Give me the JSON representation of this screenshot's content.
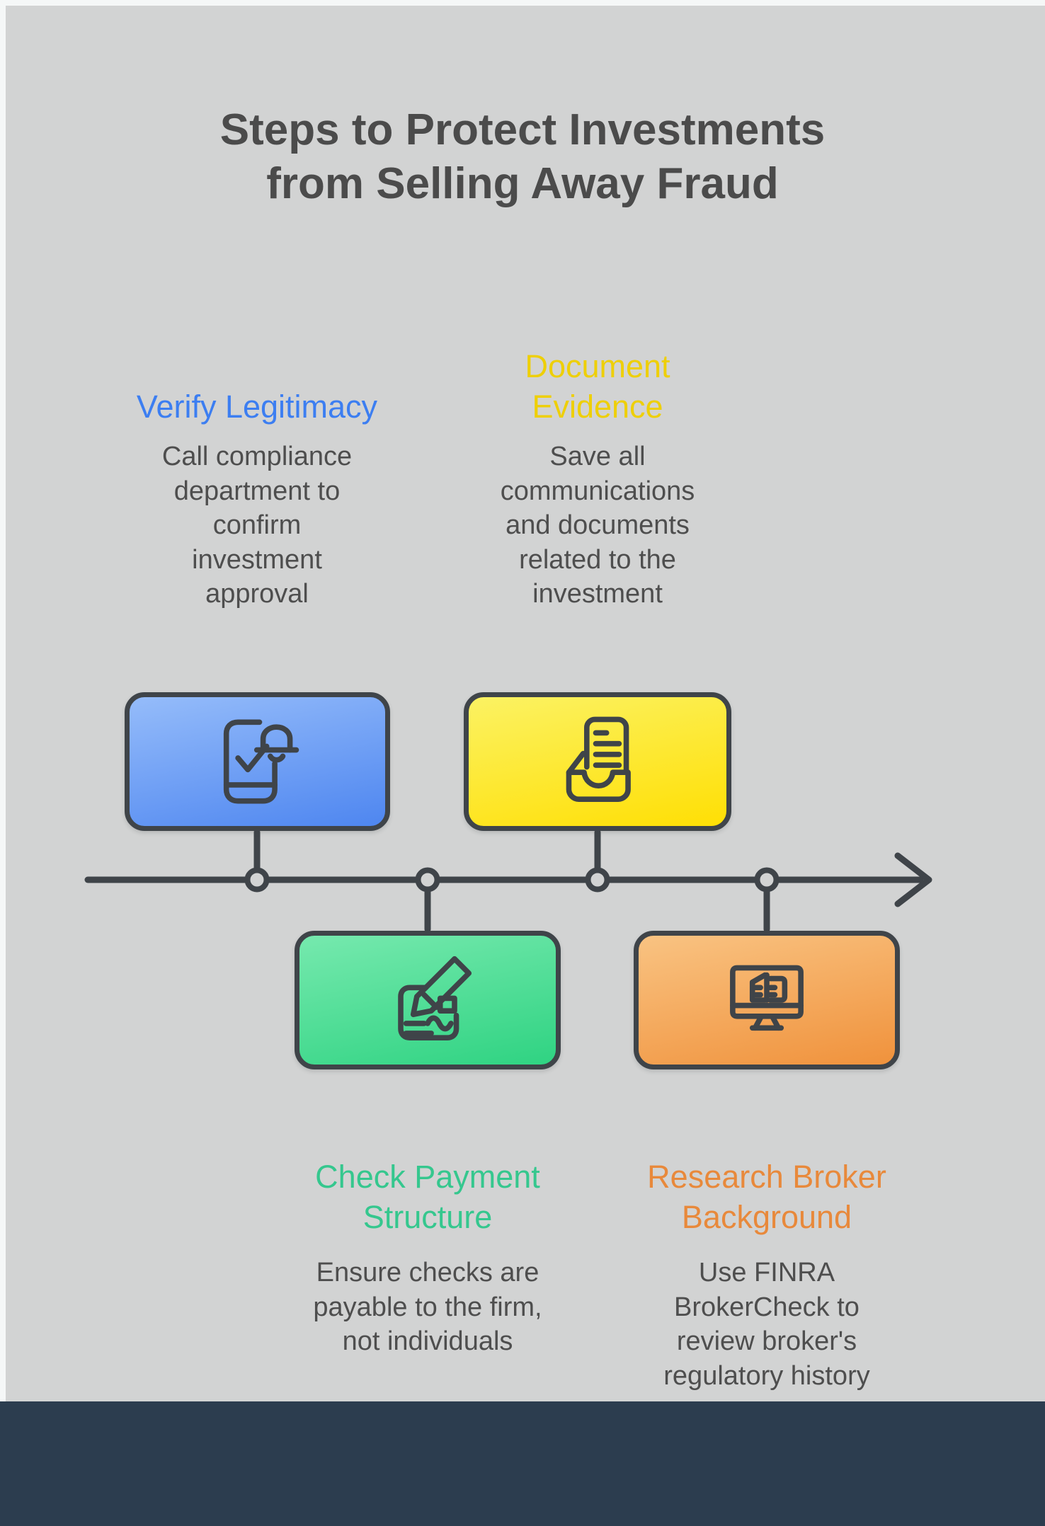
{
  "page": {
    "title": "Steps to Protect Investments\nfrom Selling Away Fraud",
    "colors": {
      "frame": "#f5f7f7",
      "background": "#d2d3d3",
      "footer": "#2c3d4f",
      "outline_stroke": "#3f4449",
      "title_text": "#4b4b4b",
      "body_text": "#4e4e4e"
    }
  },
  "timeline": {
    "direction": "left-to-right",
    "node_count": 4,
    "arrow_end": "right"
  },
  "steps": [
    {
      "heading": "Verify Legitimacy",
      "body": "Call compliance\ndepartment to\nconfirm\ninvestment\napproval",
      "accent_color": "#3c7ef1",
      "box_gradient": [
        "#95bcfa",
        "#4e86f0"
      ],
      "icon": "phone-approval-bell-icon",
      "box_position": "above-timeline"
    },
    {
      "heading": "Document\nEvidence",
      "body": "Save all\ncommunications\nand documents\nrelated to the\ninvestment",
      "accent_color": "#eecf06",
      "box_gradient": [
        "#fbf263",
        "#ffdf04"
      ],
      "icon": "document-inbox-icon",
      "box_position": "above-timeline"
    },
    {
      "heading": "Check Payment\nStructure",
      "body": "Ensure checks are\npayable to the firm,\nnot individuals",
      "accent_color": "#35c78e",
      "box_gradient": [
        "#76e9ae",
        "#2fd382"
      ],
      "icon": "check-signing-pen-icon",
      "box_position": "below-timeline"
    },
    {
      "heading": "Research Broker\nBackground",
      "body": "Use FINRA\nBrokerCheck to\nreview broker's\nregulatory history",
      "accent_color": "#e8893b",
      "box_gradient": [
        "#f9c382",
        "#f0923c"
      ],
      "icon": "broker-monitor-icon",
      "box_position": "below-timeline"
    }
  ]
}
